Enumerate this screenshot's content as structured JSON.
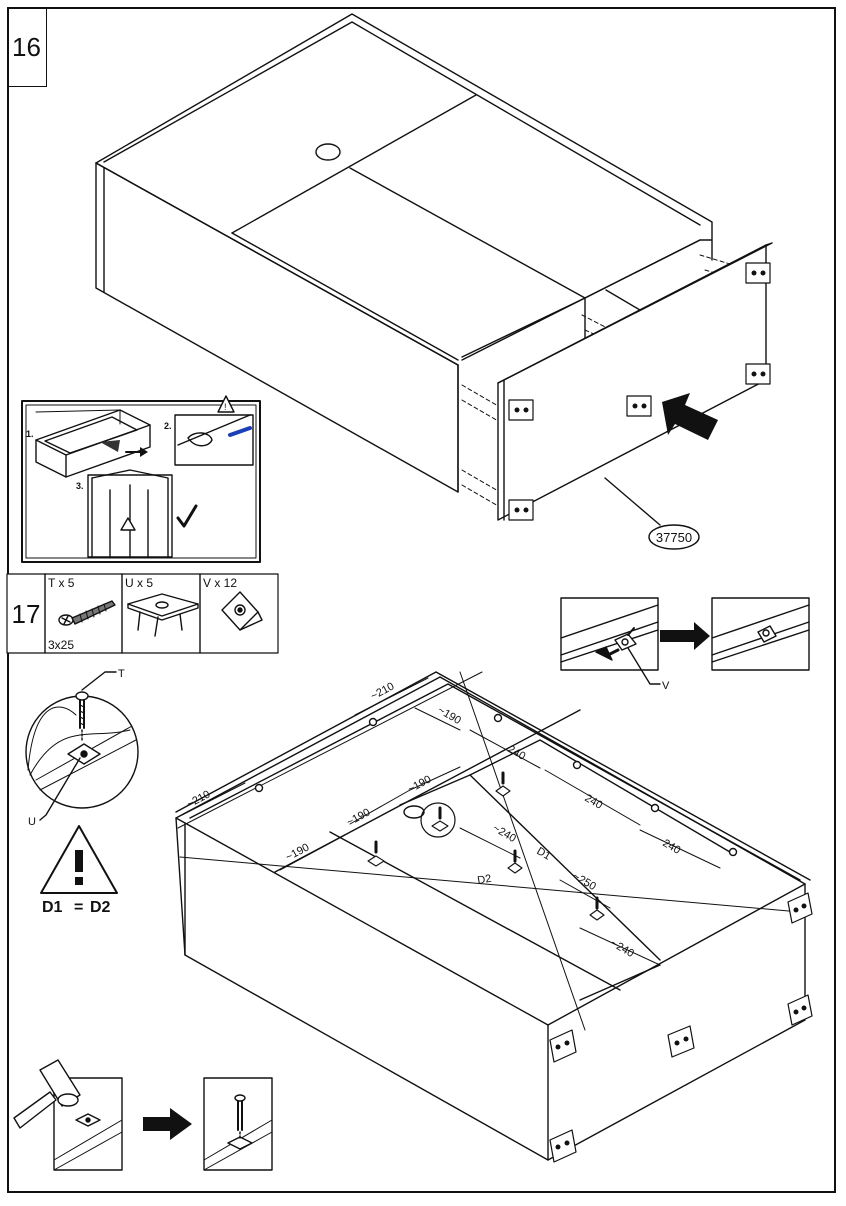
{
  "step16": {
    "number": "16"
  },
  "inset": {
    "step1": "1.",
    "step2": "2.",
    "step3": "3."
  },
  "part_number": "37750",
  "step17": {
    "number": "17",
    "parts": [
      {
        "label": "T x 5",
        "size": "3x25",
        "icon": "screw-icon"
      },
      {
        "label": "U x 5",
        "icon": "bracket-plate-icon"
      },
      {
        "label": "V x 12",
        "icon": "corner-connector-icon"
      }
    ]
  },
  "callouts": {
    "t": "T",
    "u": "U",
    "v": "V"
  },
  "rule": {
    "left": "D1",
    "eq": "=",
    "right": "D2"
  },
  "dims": {
    "a210": "~210",
    "b210": "~210",
    "c190": "~190",
    "d190": "~190",
    "e190": "~190",
    "f190": "~190",
    "g240": "240",
    "h240": "240",
    "i240": "240",
    "j240": "~240",
    "k240": "~240",
    "l250": "~250",
    "d1": "D1",
    "d2": "D2"
  }
}
